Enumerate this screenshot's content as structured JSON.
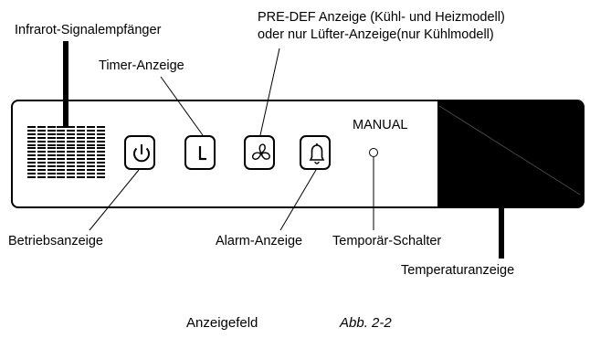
{
  "labels": {
    "infrared": "Infrarot-Signalempfänger",
    "timer": "Timer-Anzeige",
    "predef_line1": "PRE-DEF Anzeige (Kühl- und Heizmodell)",
    "predef_line2": "oder nur Lüfter-Anzeige(nur Kühlmodell)",
    "manual": "MANUAL",
    "operation": "Betriebsanzeige",
    "alarm": "Alarm-Anzeige",
    "temp_switch": "Temporär-Schalter",
    "temp_display": "Temperaturanzeige"
  },
  "caption": {
    "title": "Anzeigefeld",
    "figure": "Abb. 2-2"
  },
  "icons": [
    "infrared-receiver-icon",
    "power-icon",
    "timer-icon",
    "fan-icon",
    "bell-icon",
    "led-icon"
  ]
}
